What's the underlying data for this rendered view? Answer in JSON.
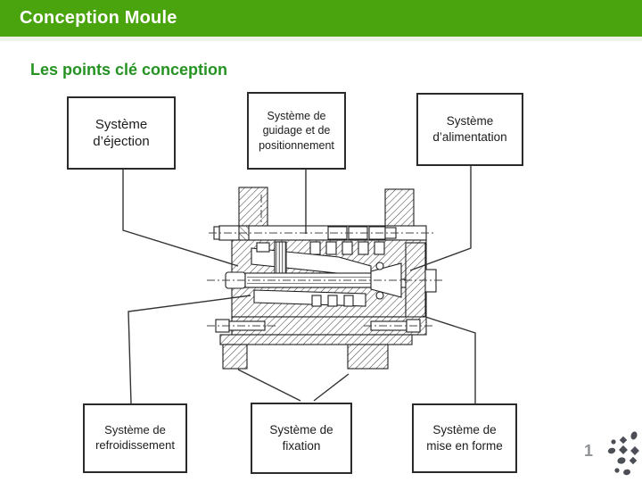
{
  "slide": {
    "title": "Conception Moule",
    "subtitle": "Les points clé conception",
    "page_number": "1"
  },
  "callouts": [
    {
      "id": "ejection",
      "label": "Système d’éjection",
      "position": "top-left"
    },
    {
      "id": "guidage",
      "label": "Système de guidage et de positionnement",
      "position": "top-center"
    },
    {
      "id": "alimentation",
      "label": "Système d’alimentation",
      "position": "top-right"
    },
    {
      "id": "refroidissement",
      "label": "Système de refroidissement",
      "position": "bottom-left"
    },
    {
      "id": "fixation",
      "label": "Système de fixation",
      "position": "bottom-center"
    },
    {
      "id": "mise_en_forme",
      "label": "Système de mise en forme",
      "position": "bottom-right"
    }
  ],
  "diagram": {
    "description": "Cross-section technical drawing of an injection mold with hatched plates, guide pillar, central ejector shaft, sprue bushing and clamping bolts"
  },
  "colors": {
    "header_green": "#4aa40e",
    "subtitle_green": "#249322",
    "box_border": "#2b2b2b",
    "leader_line": "#333333",
    "page_gray": "#8f9296",
    "logo_gray": "#4b4e55"
  }
}
